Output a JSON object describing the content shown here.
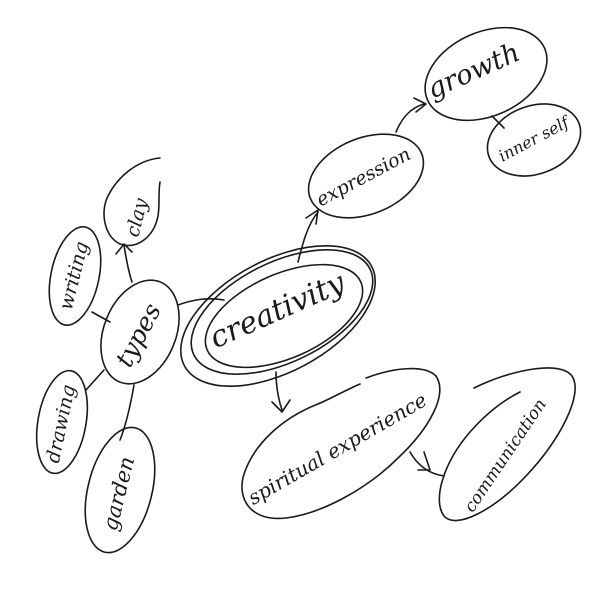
{
  "diagram": {
    "ink_color": "#1a1a1a",
    "background": "#ffffff",
    "nodes": {
      "creativity": "creativity",
      "types": "types",
      "writing": "writing",
      "clay": "clay",
      "drawing": "drawing",
      "garden": "garden",
      "expression": "expression",
      "growth": "growth",
      "inner_self": "inner self",
      "spiritual_experience": "spiritual experience",
      "communication": "communication"
    }
  }
}
